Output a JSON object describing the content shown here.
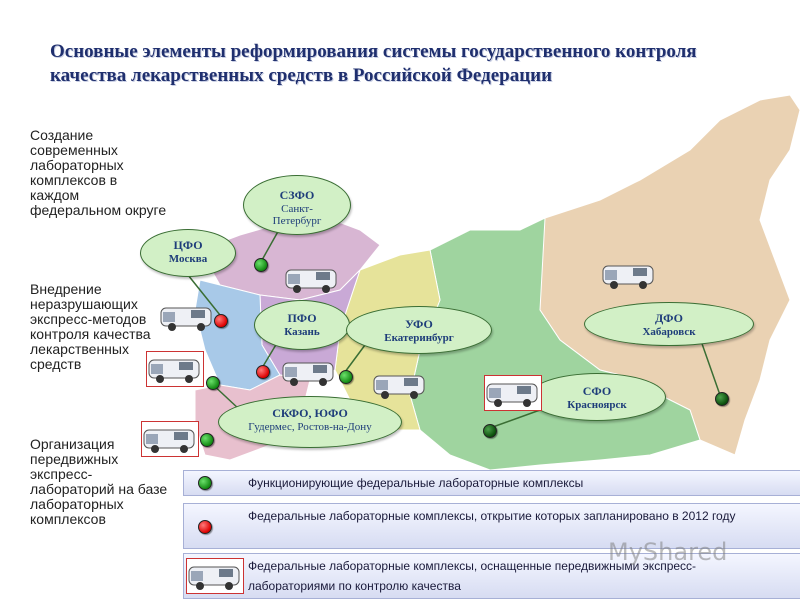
{
  "title": "Основные элементы реформирования системы государственного контроля качества лекарственных средств в Российской Федерации",
  "side_items": [
    "Создание современных лабораторных комплексов в каждом федеральном округе",
    "Внедрение неразрушающих экспресс-методов контроля качества лекарственных средств",
    "Организация передвижных экспресс-лабораторий на базе лабораторных комплексов"
  ],
  "regions": [
    {
      "name": "СЗФО",
      "city": "Санкт-Петербург",
      "dot": "green"
    },
    {
      "name": "ЦФО",
      "city": "Москва",
      "dot": "red"
    },
    {
      "name": "ПФО",
      "city": "Казань",
      "dot": "red"
    },
    {
      "name": "УФО",
      "city": "Екатеринбург",
      "dot": "green"
    },
    {
      "name": "СКФО, ЮФО",
      "city": "Гудермес, Ростов-на-Дону",
      "dot": "green"
    },
    {
      "name": "СФО",
      "city": "Красноярск",
      "dot": "green"
    },
    {
      "name": "ДФО",
      "city": "Хабаровск",
      "dot": "green"
    }
  ],
  "legend": [
    {
      "label": "Функционирующие федеральные лабораторные комплексы",
      "marker": "green-dot"
    },
    {
      "label": "Федеральные лабораторные комплексы, открытие которых запланировано в 2012 году",
      "marker": "red-dot"
    },
    {
      "label": "Федеральные лабораторные комплексы, оснащенные передвижными экспресс- лабораториями по контролю качества",
      "marker": "van-icon"
    }
  ],
  "watermark": "MyShared",
  "colors": {
    "title": "#1f2f6e",
    "bubble_fill": "#d2f0c6",
    "green_dot": "#138a13",
    "red_dot": "#dd0000",
    "region_szfo": "#d8b6d3",
    "region_cfo": "#a8c9e8",
    "region_pfo": "#c9a9d6",
    "region_ufo": "#e6e39a",
    "region_sfo": "#9fd49f",
    "region_dfo": "#ead2b3",
    "region_south": "#e8c0ce"
  }
}
